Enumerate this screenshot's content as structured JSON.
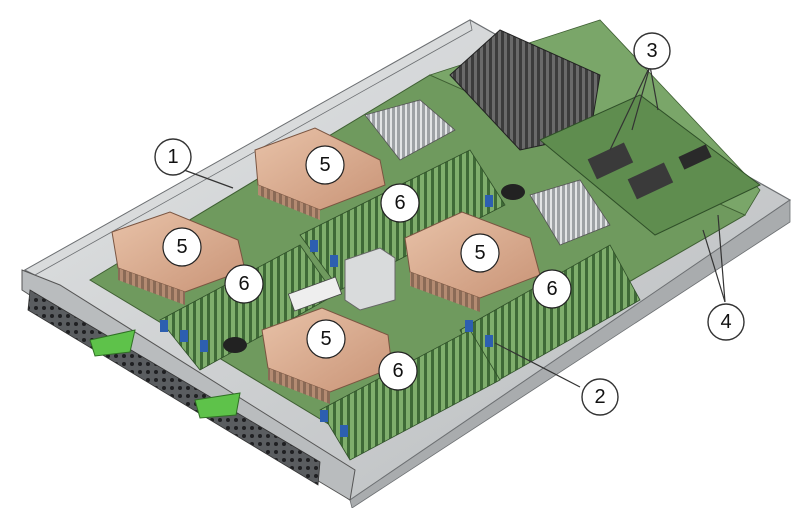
{
  "figure": {
    "callouts": [
      {
        "id": "1",
        "label": "1"
      },
      {
        "id": "2",
        "label": "2"
      },
      {
        "id": "3",
        "label": "3"
      },
      {
        "id": "4",
        "label": "4"
      }
    ],
    "heatsink_labels": [
      "5",
      "5",
      "5",
      "5"
    ],
    "dimm_bank_labels": [
      "6",
      "6",
      "6",
      "6"
    ]
  },
  "colors": {
    "chassis": "#c9cbcc",
    "board": "#6f9a5e",
    "heatsink_copper": "#d4a88b",
    "heatsink_dark": "#8e6a55",
    "dimm": "#4f7a45",
    "dimm_latch": "#2d5fb0",
    "green_handle": "#5ec24a"
  }
}
